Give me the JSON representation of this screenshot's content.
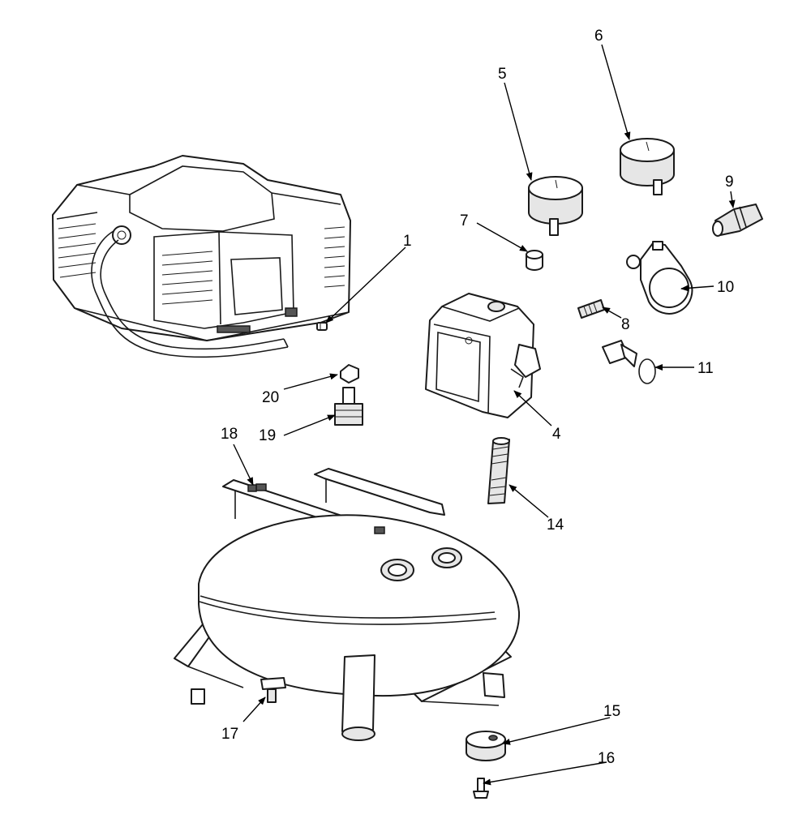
{
  "callouts": {
    "c1": "1",
    "c4": "4",
    "c5": "5",
    "c6": "6",
    "c7": "7",
    "c8": "8",
    "c9": "9",
    "c10": "10",
    "c11": "11",
    "c14": "14",
    "c15": "15",
    "c16": "16",
    "c17": "17",
    "c18": "18",
    "c19": "19",
    "c20": "20"
  },
  "colors": {
    "line": "#1a1a1a",
    "fill": "#ffffff",
    "shade": "#e6e6e6"
  }
}
